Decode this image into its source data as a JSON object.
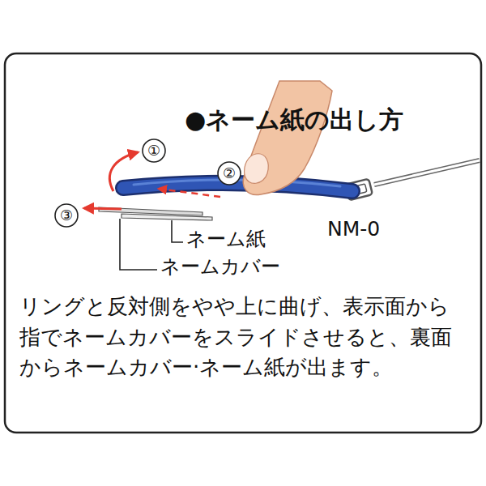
{
  "diagram": {
    "title": "●ネーム紙の出し方",
    "caption": "リングと反対側をやや上に曲げ、表示面から指でネームカバーをスライドさせると、裏面からネームカバー·ネーム紙が出ます。",
    "labels": [
      "①",
      "②",
      "③",
      "NM-0",
      "ネーム紙",
      "ネームカバー"
    ]
  }
}
